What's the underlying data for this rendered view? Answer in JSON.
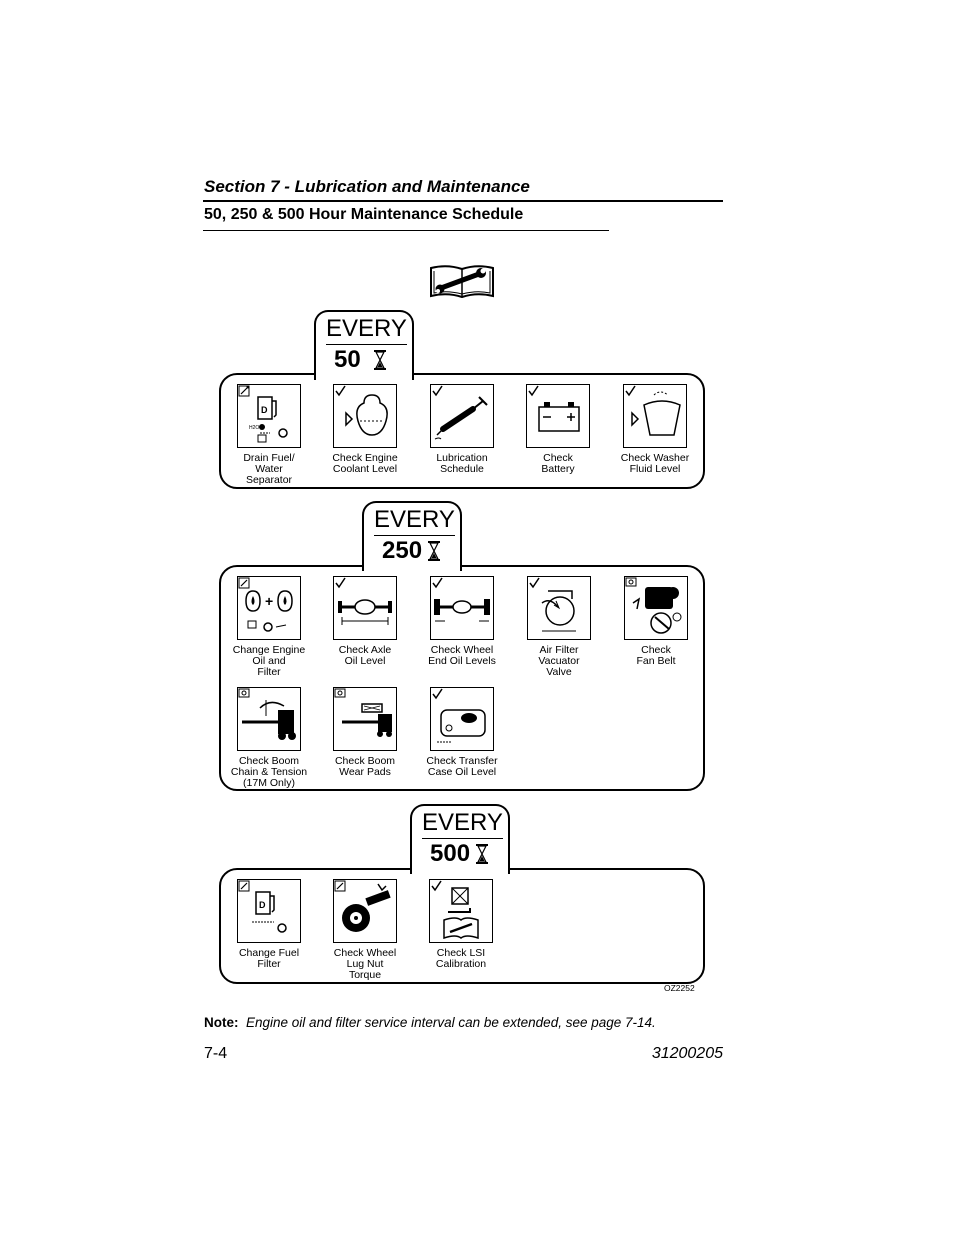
{
  "header": {
    "section_title": "Section 7 - Lubrication and Maintenance",
    "subtitle": "50, 250 & 500 Hour Maintenance Schedule"
  },
  "groups": [
    {
      "every_label": "EVERY",
      "hours": "50",
      "items": [
        {
          "label": "Drain Fuel/\nWater\nSeparator",
          "icon": "fuel-water-separator-icon"
        },
        {
          "label": "Check Engine\nCoolant Level",
          "icon": "coolant-level-icon"
        },
        {
          "label": "Lubrication\nSchedule",
          "icon": "grease-gun-icon"
        },
        {
          "label": "Check\nBattery",
          "icon": "battery-icon"
        },
        {
          "label": "Check Washer\nFluid Level",
          "icon": "washer-fluid-icon"
        }
      ]
    },
    {
      "every_label": "EVERY",
      "hours": "250",
      "items": [
        {
          "label": "Change Engine\nOil and\nFilter",
          "icon": "engine-oil-filter-icon"
        },
        {
          "label": "Check Axle\nOil Level",
          "icon": "axle-oil-icon"
        },
        {
          "label": "Check Wheel\nEnd Oil Levels",
          "icon": "wheel-end-oil-icon"
        },
        {
          "label": "Air Filter\nVacuator\nValve",
          "icon": "air-filter-vacuator-icon"
        },
        {
          "label": "Check\nFan Belt",
          "icon": "fan-belt-icon"
        },
        {
          "label": "Check Boom\nChain & Tension\n(17M Only)",
          "icon": "boom-chain-icon"
        },
        {
          "label": "Check Boom\nWear Pads",
          "icon": "boom-wear-pads-icon"
        },
        {
          "label": "Check Transfer\nCase Oil Level",
          "icon": "transfer-case-icon"
        }
      ]
    },
    {
      "every_label": "EVERY",
      "hours": "500",
      "items": [
        {
          "label": "Change Fuel\nFilter",
          "icon": "fuel-filter-icon"
        },
        {
          "label": "Check Wheel\nLug Nut\nTorque",
          "icon": "wheel-lug-nut-icon"
        },
        {
          "label": "Check LSI\nCalibration",
          "icon": "lsi-calibration-icon"
        }
      ]
    }
  ],
  "figure_id": "OZ2252",
  "note": {
    "label": "Note:",
    "text": "Engine oil and filter service interval can be extended, see page 7-14."
  },
  "footer": {
    "page_number": "7-4",
    "doc_number": "31200205"
  }
}
